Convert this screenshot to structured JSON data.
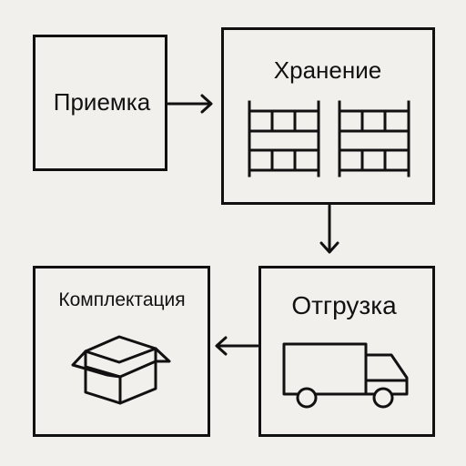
{
  "diagram": {
    "nodes": [
      {
        "id": "reception",
        "label": "Приемка",
        "icon": "none"
      },
      {
        "id": "storage",
        "label": "Хранение",
        "icon": "shelving-rack-icon"
      },
      {
        "id": "shipping",
        "label": "Отгрузка",
        "icon": "truck-icon"
      },
      {
        "id": "picking",
        "label": "Комплектация",
        "icon": "open-box-icon"
      }
    ],
    "edges": [
      {
        "from": "reception",
        "to": "storage"
      },
      {
        "from": "storage",
        "to": "shipping"
      },
      {
        "from": "shipping",
        "to": "picking"
      }
    ]
  }
}
